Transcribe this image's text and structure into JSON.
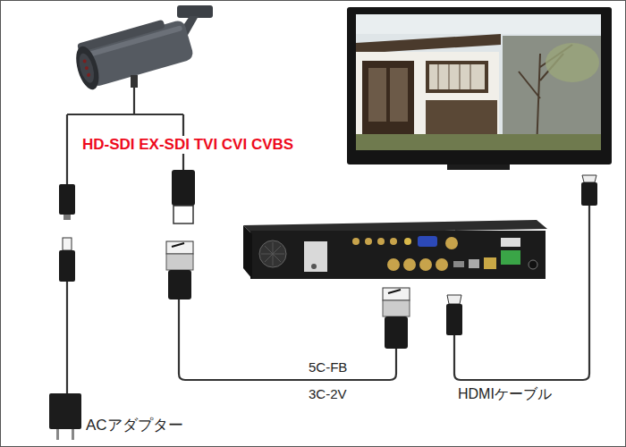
{
  "diagram": {
    "labels": [
      "HD-SDI EX-SDI TVI CVI CVBS",
      "5C-FB",
      "3C-2V",
      "HDMIケーブル",
      "ACアダプター"
    ]
  }
}
